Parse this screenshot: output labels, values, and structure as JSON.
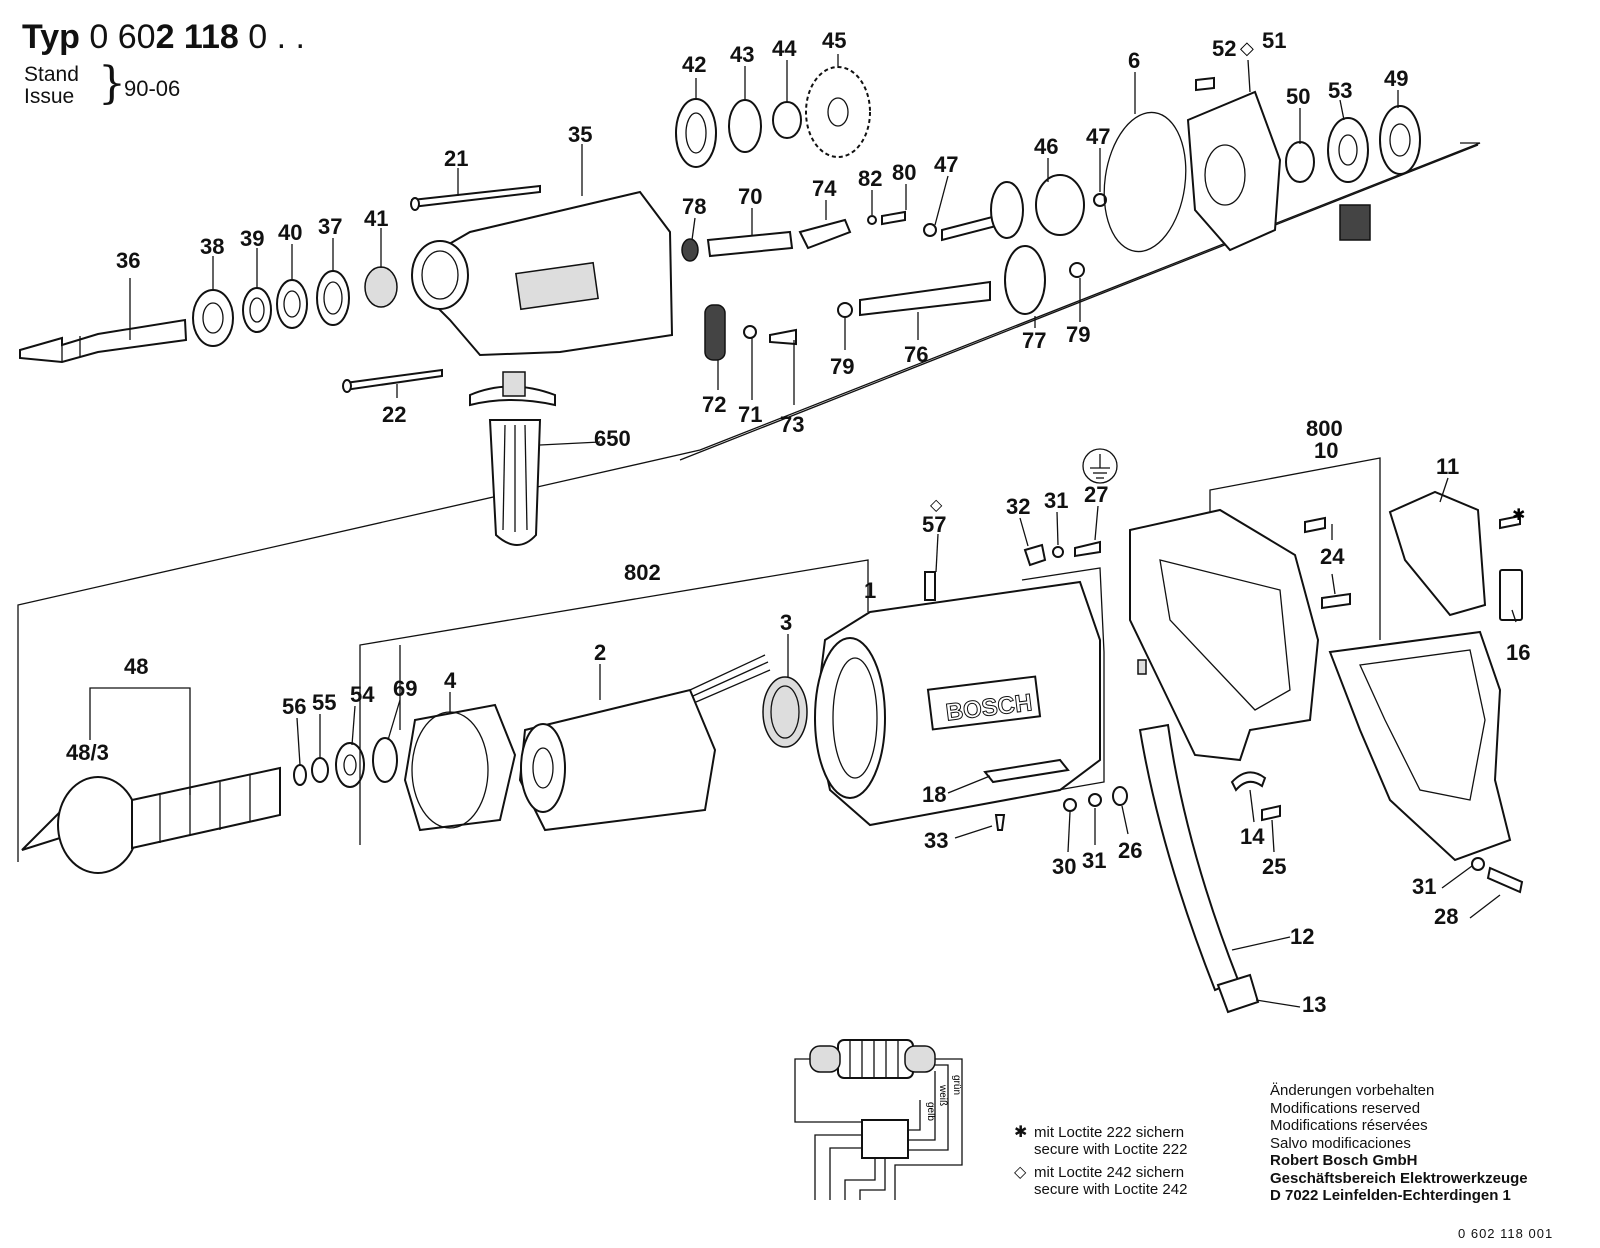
{
  "header": {
    "typ_label": "Typ",
    "typ_number_light": "0 60",
    "typ_number_bold": "2 118",
    "typ_suffix": "0 . .",
    "stand_label": "Stand",
    "issue_label": "Issue",
    "issue_date": "90-06"
  },
  "callouts": [
    "36",
    "38",
    "39",
    "40",
    "37",
    "41",
    "21",
    "35",
    "22",
    "650",
    "42",
    "43",
    "44",
    "45",
    "78",
    "70",
    "74",
    "82",
    "80",
    "47",
    "72",
    "71",
    "73",
    "79",
    "76",
    "46",
    "77",
    "6",
    "52",
    "51",
    "50",
    "53",
    "49",
    "48",
    "48/3",
    "56",
    "55",
    "54",
    "69",
    "4",
    "2",
    "802",
    "3",
    "1",
    "57",
    "18",
    "33",
    "32",
    "31",
    "27",
    "30",
    "26",
    "800",
    "10",
    "24",
    "14",
    "25",
    "12",
    "13",
    "11",
    "16",
    "28"
  ],
  "symbols": {
    "star": "✱",
    "diamond": "◇"
  },
  "notes": [
    {
      "symbol": "✱",
      "line1": "mit Loctite 222 sichern",
      "line2": "secure with Loctite 222"
    },
    {
      "symbol": "◇",
      "line1": "mit Loctite 242 sichern",
      "line2": "secure with Loctite 242"
    }
  ],
  "modifications": {
    "lines": [
      "Änderungen vorbehalten",
      "Modifications reserved",
      "Modifications réservées",
      "Salvo modificaciones"
    ],
    "company": [
      "Robert Bosch GmbH",
      "Geschäftsbereich Elektrowerkzeuge",
      "D 7022 Leinfelden-Echterdingen 1"
    ]
  },
  "brand_text": "BOSCH",
  "wiring_labels": [
    "gelb",
    "weiß",
    "grün"
  ],
  "drawing_code": "0 602 118 001"
}
